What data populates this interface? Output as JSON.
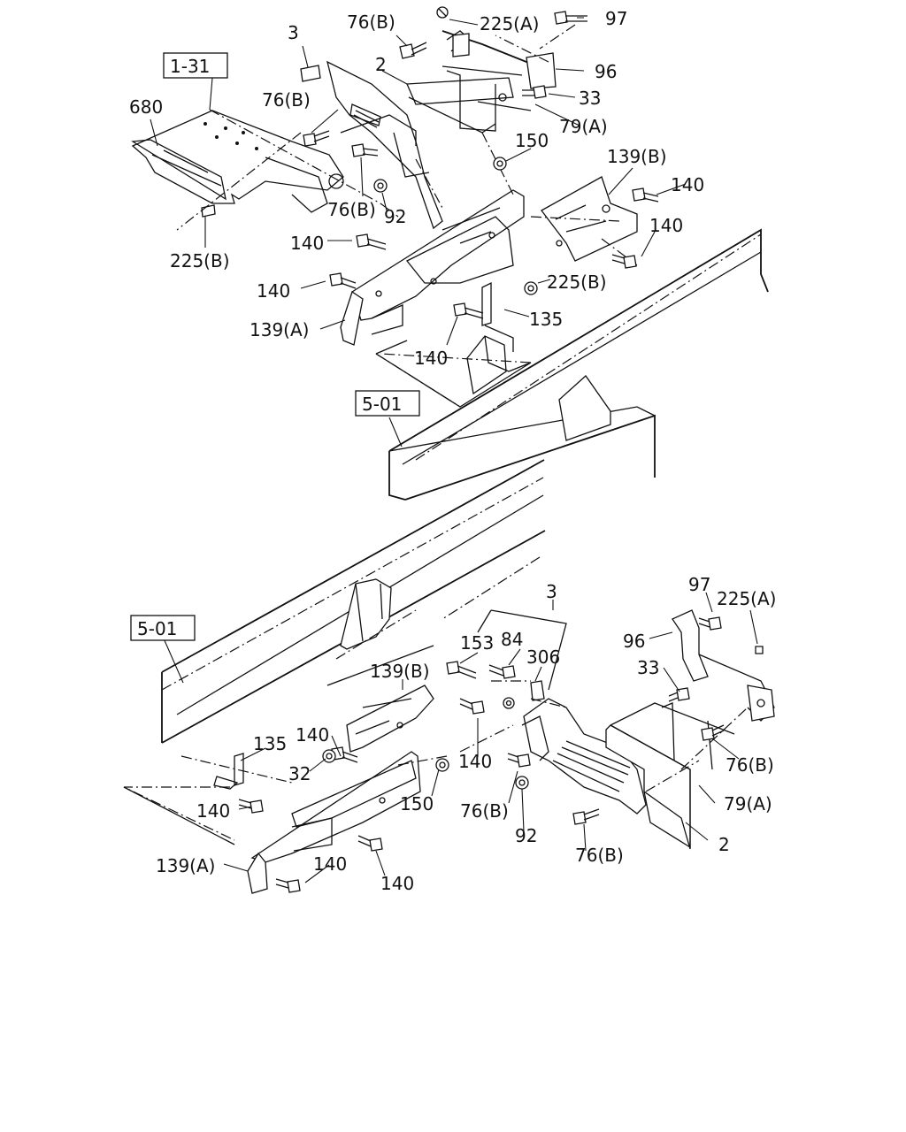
{
  "callouts": {
    "top": {
      "ref_1_31": "1-31",
      "ref_5_01": "5-01",
      "c680": "680",
      "c225b_left": "225(B)",
      "c3": "3",
      "c2": "2",
      "c76b_top": "76(B)",
      "c225a": "225(A)",
      "c97": "97",
      "c96": "96",
      "c33": "33",
      "c79a": "79(A)",
      "c76b_mid": "76(B)",
      "c76b_low": "76(B)",
      "c92": "92",
      "c150": "150",
      "c139b": "139(B)",
      "c140_right": "140",
      "c140_right2": "140",
      "c140_left1": "140",
      "c140_left2": "140",
      "c225b_right": "225(B)",
      "c139a": "139(A)",
      "c135": "135",
      "c140_bottom": "140"
    },
    "bottom": {
      "ref_5_01": "5-01",
      "c3": "3",
      "c153": "153",
      "c84": "84",
      "c306": "306",
      "c97": "97",
      "c225a": "225(A)",
      "c96": "96",
      "c33": "33",
      "c139b": "139(B)",
      "c140_a": "140",
      "c140_b": "140",
      "c135": "135",
      "c32": "32",
      "c150": "150",
      "c76b_a": "76(B)",
      "c92": "92",
      "c76b_b": "76(B)",
      "c79a": "79(A)",
      "c76b_c": "76(B)",
      "c2": "2",
      "c140_c": "140",
      "c139a": "139(A)",
      "c140_d": "140",
      "c140_e": "140"
    }
  }
}
